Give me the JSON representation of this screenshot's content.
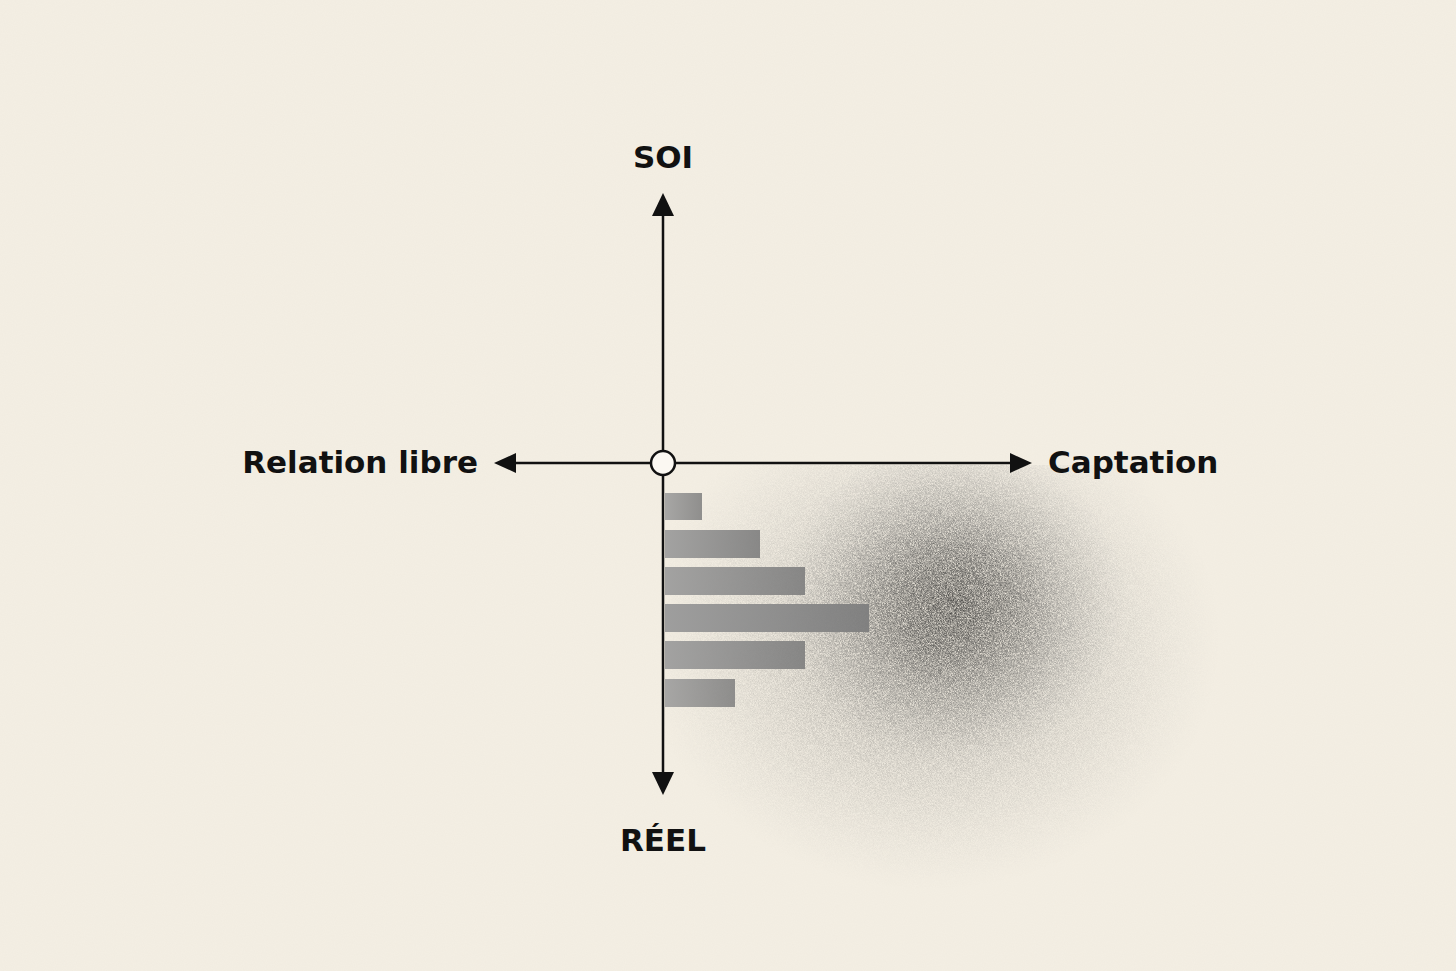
{
  "diagram": {
    "labels": [
      "SOI",
      "Relation libre",
      "Captation",
      "RÉEL"
    ]
  }
}
